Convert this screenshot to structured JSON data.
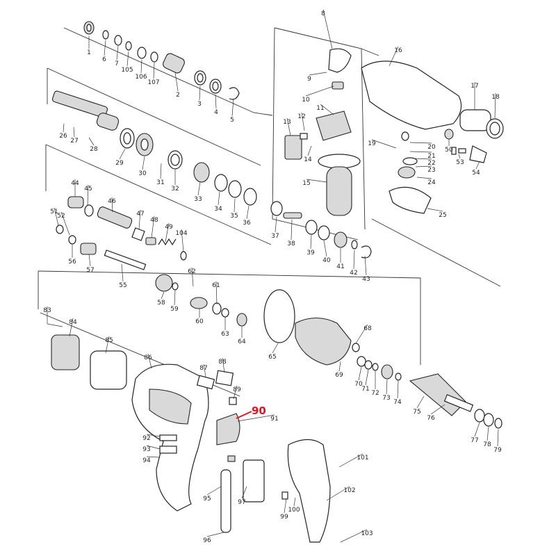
{
  "diagram": {
    "highlight": {
      "label": "90",
      "color": "#e0141e"
    },
    "parts": [
      {
        "id": "p1",
        "label": "1"
      },
      {
        "id": "p6",
        "label": "6"
      },
      {
        "id": "p7",
        "label": "7"
      },
      {
        "id": "p105",
        "label": "105"
      },
      {
        "id": "p106",
        "label": "106"
      },
      {
        "id": "p107",
        "label": "107"
      },
      {
        "id": "p2",
        "label": "2"
      },
      {
        "id": "p3",
        "label": "3"
      },
      {
        "id": "p4",
        "label": "4"
      },
      {
        "id": "p5",
        "label": "5"
      },
      {
        "id": "p8",
        "label": "8"
      },
      {
        "id": "p9",
        "label": "9"
      },
      {
        "id": "p10",
        "label": "10"
      },
      {
        "id": "p11",
        "label": "11"
      },
      {
        "id": "p12",
        "label": "12"
      },
      {
        "id": "p13",
        "label": "13"
      },
      {
        "id": "p14",
        "label": "14"
      },
      {
        "id": "p15",
        "label": "15"
      },
      {
        "id": "p16",
        "label": "16"
      },
      {
        "id": "p17",
        "label": "17"
      },
      {
        "id": "p18",
        "label": "18"
      },
      {
        "id": "p19",
        "label": "19"
      },
      {
        "id": "p20",
        "label": "20"
      },
      {
        "id": "p21",
        "label": "21"
      },
      {
        "id": "p22",
        "label": "22"
      },
      {
        "id": "p23",
        "label": "23"
      },
      {
        "id": "p24",
        "label": "24"
      },
      {
        "id": "p25",
        "label": "25"
      },
      {
        "id": "p26",
        "label": "26"
      },
      {
        "id": "p27",
        "label": "27"
      },
      {
        "id": "p28",
        "label": "28"
      },
      {
        "id": "p29",
        "label": "29"
      },
      {
        "id": "p30",
        "label": "30"
      },
      {
        "id": "p31",
        "label": "31"
      },
      {
        "id": "p32",
        "label": "32"
      },
      {
        "id": "p33",
        "label": "33"
      },
      {
        "id": "p34",
        "label": "34"
      },
      {
        "id": "p35",
        "label": "35"
      },
      {
        "id": "p36",
        "label": "36"
      },
      {
        "id": "p37",
        "label": "37"
      },
      {
        "id": "p38",
        "label": "38"
      },
      {
        "id": "p39",
        "label": "39"
      },
      {
        "id": "p40",
        "label": "40"
      },
      {
        "id": "p41",
        "label": "41"
      },
      {
        "id": "p42",
        "label": "42"
      },
      {
        "id": "p43",
        "label": "43"
      },
      {
        "id": "p44",
        "label": "44"
      },
      {
        "id": "p45",
        "label": "45"
      },
      {
        "id": "p46",
        "label": "46"
      },
      {
        "id": "p47",
        "label": "47"
      },
      {
        "id": "p48",
        "label": "48"
      },
      {
        "id": "p49",
        "label": "49"
      },
      {
        "id": "p104",
        "label": "104"
      },
      {
        "id": "p50",
        "label": "50"
      },
      {
        "id": "p51",
        "label": "51"
      },
      {
        "id": "p52",
        "label": "52"
      },
      {
        "id": "p53",
        "label": "53"
      },
      {
        "id": "p54",
        "label": "54"
      },
      {
        "id": "p55",
        "label": "55"
      },
      {
        "id": "p56",
        "label": "56"
      },
      {
        "id": "p57",
        "label": "57"
      },
      {
        "id": "p58",
        "label": "58"
      },
      {
        "id": "p59",
        "label": "59"
      },
      {
        "id": "p60",
        "label": "60"
      },
      {
        "id": "p61",
        "label": "61"
      },
      {
        "id": "p62",
        "label": "62"
      },
      {
        "id": "p63",
        "label": "63"
      },
      {
        "id": "p64",
        "label": "64"
      },
      {
        "id": "p65",
        "label": "65"
      },
      {
        "id": "p68",
        "label": "68"
      },
      {
        "id": "p69",
        "label": "69"
      },
      {
        "id": "p70",
        "label": "70"
      },
      {
        "id": "p71",
        "label": "71"
      },
      {
        "id": "p72",
        "label": "72"
      },
      {
        "id": "p73",
        "label": "73"
      },
      {
        "id": "p74",
        "label": "74"
      },
      {
        "id": "p75",
        "label": "75"
      },
      {
        "id": "p76",
        "label": "76"
      },
      {
        "id": "p77",
        "label": "77"
      },
      {
        "id": "p78",
        "label": "78"
      },
      {
        "id": "p79",
        "label": "79"
      },
      {
        "id": "p83",
        "label": "83"
      },
      {
        "id": "p84",
        "label": "84"
      },
      {
        "id": "p85",
        "label": "85"
      },
      {
        "id": "p86",
        "label": "86"
      },
      {
        "id": "p87",
        "label": "87"
      },
      {
        "id": "p88",
        "label": "88"
      },
      {
        "id": "p89",
        "label": "89"
      },
      {
        "id": "p91",
        "label": "91"
      },
      {
        "id": "p92",
        "label": "92"
      },
      {
        "id": "p93",
        "label": "93"
      },
      {
        "id": "p94",
        "label": "94"
      },
      {
        "id": "p95",
        "label": "95"
      },
      {
        "id": "p96",
        "label": "96"
      },
      {
        "id": "p97",
        "label": "97"
      },
      {
        "id": "p99",
        "label": "99"
      },
      {
        "id": "p100",
        "label": "100"
      },
      {
        "id": "p101",
        "label": "101"
      },
      {
        "id": "p102",
        "label": "102"
      },
      {
        "id": "p103",
        "label": "103"
      }
    ]
  }
}
